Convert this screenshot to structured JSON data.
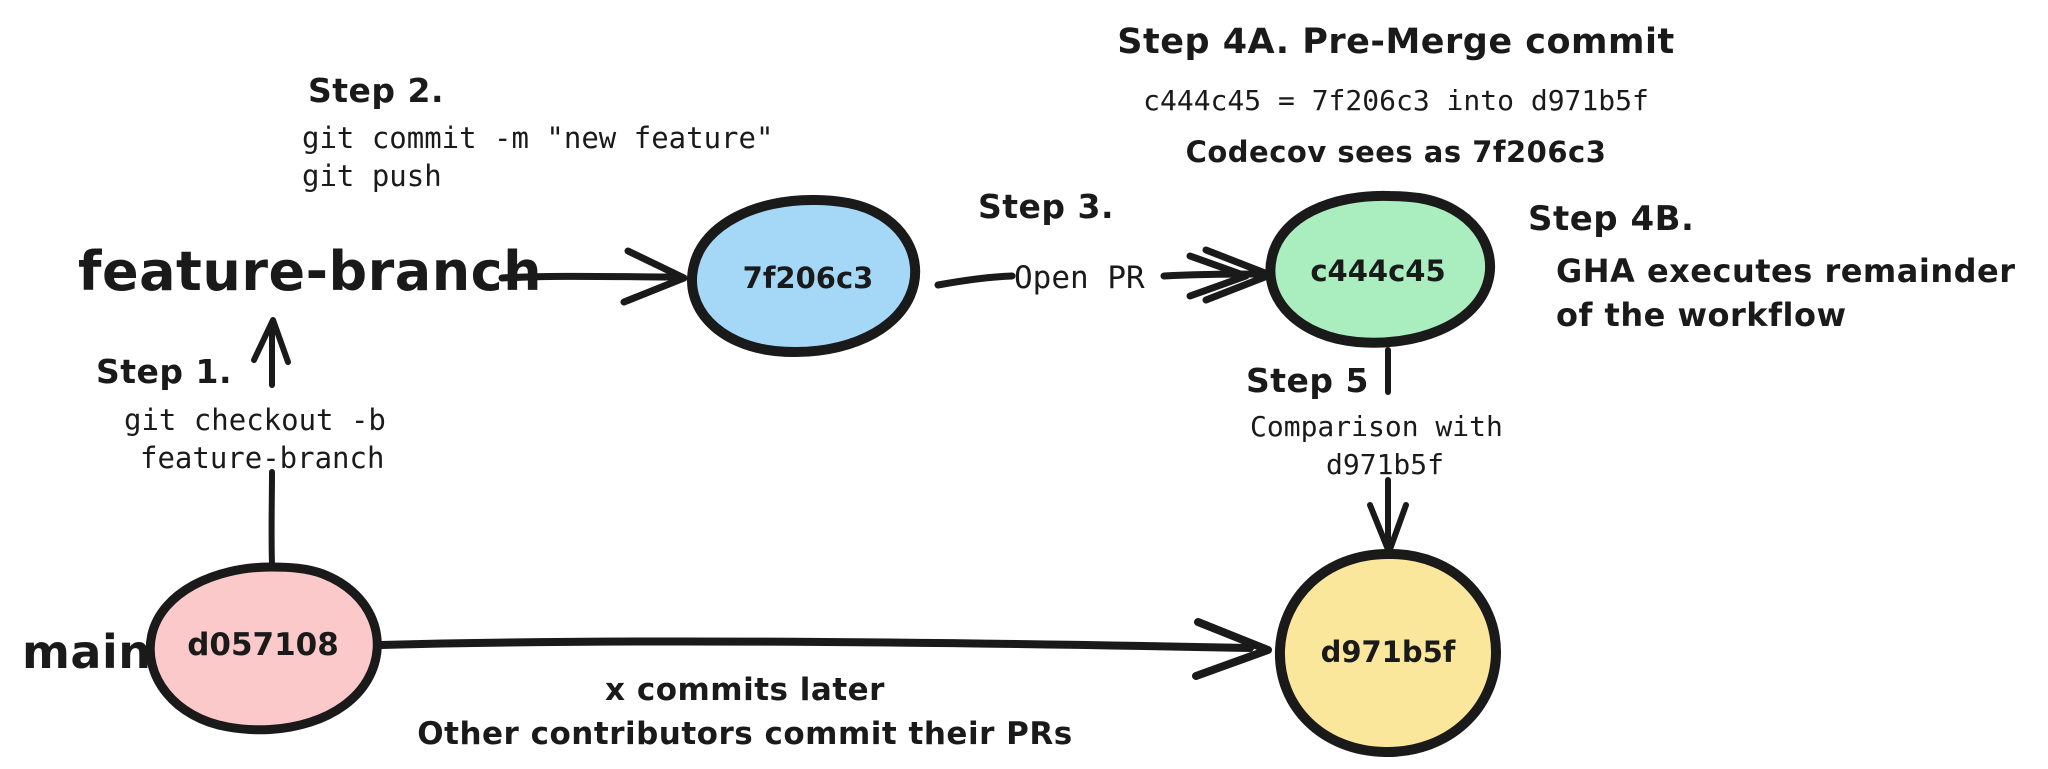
{
  "diagram": {
    "title": "Git / Codecov PR workflow diagram",
    "background_color": "#ffffff",
    "ink_color": "#1a1a1a"
  },
  "branches": {
    "feature_branch_label": "feature-branch",
    "main_label": "main"
  },
  "nodes": [
    {
      "id": "d057108",
      "label": "d057108",
      "fill": "#fbc9c9",
      "shape": "ellipse"
    },
    {
      "id": "7f206c3",
      "label": "7f206c3",
      "fill": "#a5d8f7",
      "shape": "ellipse"
    },
    {
      "id": "c444c45",
      "label": "c444c45",
      "fill": "#aaeebf",
      "shape": "ellipse"
    },
    {
      "id": "d971b5f",
      "label": "d971b5f",
      "fill": "#fbe79b",
      "shape": "ellipse"
    }
  ],
  "steps": {
    "step1": {
      "heading": "Step 1.",
      "lines": [
        "git checkout -b",
        "feature-branch"
      ]
    },
    "step2": {
      "heading": "Step 2.",
      "lines": [
        "git commit -m \"new feature\"",
        "git push"
      ]
    },
    "step3": {
      "heading": "Step 3.",
      "lines": [
        "Open PR"
      ]
    },
    "step4a": {
      "heading": "Step 4A. Pre-Merge commit",
      "lines": [
        "c444c45 = 7f206c3 into d971b5f",
        "Codecov sees as 7f206c3"
      ]
    },
    "step4b": {
      "heading": "Step 4B.",
      "lines": [
        "GHA executes remainder",
        "of the workflow"
      ]
    },
    "step5": {
      "heading": "Step 5",
      "lines": [
        "Comparison with",
        "d971b5f"
      ]
    }
  },
  "main_branch_note": {
    "lines": [
      "x commits later",
      "Other contributors commit their PRs"
    ]
  }
}
